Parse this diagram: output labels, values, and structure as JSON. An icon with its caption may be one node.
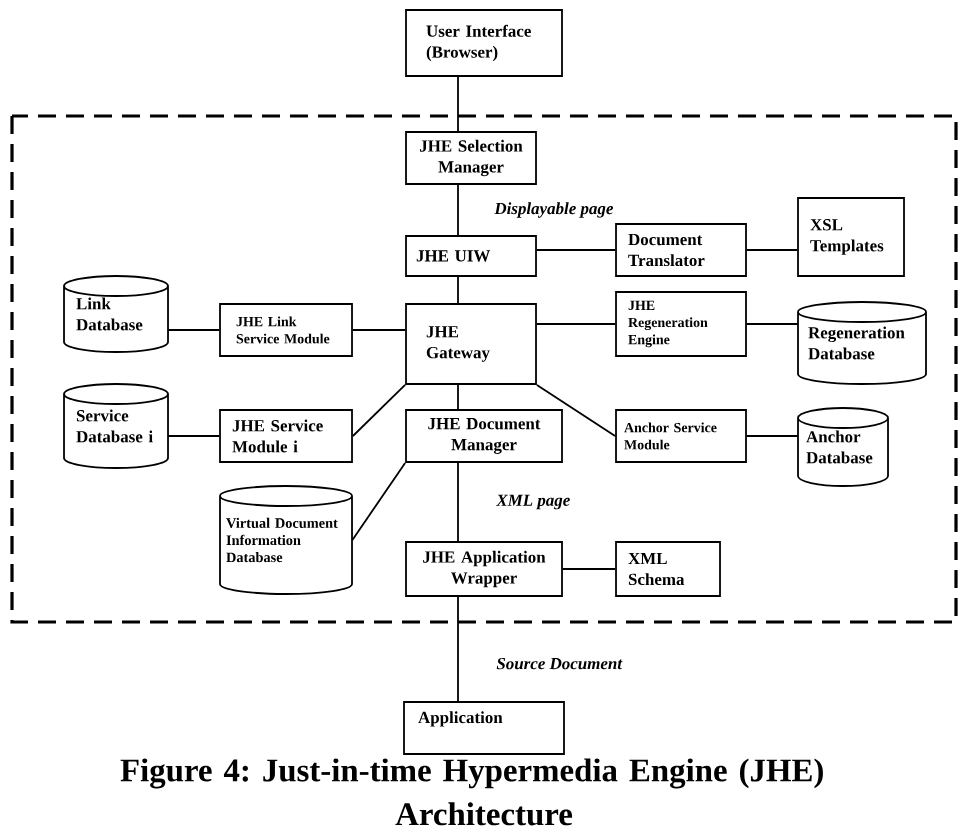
{
  "diagram": {
    "caption": "Figure 4: Just-in-time Hypermedia Engine (JHE) Architecture",
    "nodes": [
      {
        "text": [
          "User Interface (Browser)"
        ]
      },
      {
        "text": [
          "JHE Selection Manager"
        ]
      },
      {
        "text": [
          "JHE UIW"
        ]
      },
      {
        "text": [
          "Document Translator"
        ]
      },
      {
        "text": [
          "XSL Templates"
        ]
      },
      {
        "text": [
          "Link Database"
        ]
      },
      {
        "text": [
          "JHE Link Service Module"
        ]
      },
      {
        "text": [
          "JHE Gateway"
        ]
      },
      {
        "text": [
          "JHE Regeneration Engine"
        ]
      },
      {
        "text": [
          "Regeneration Database"
        ]
      },
      {
        "text": [
          "Service Database i"
        ]
      },
      {
        "text": [
          "JHE Service Module i"
        ]
      },
      {
        "text": [
          "JHE Document Manager"
        ]
      },
      {
        "text": [
          "Anchor Service Module"
        ]
      },
      {
        "text": [
          "Anchor Database"
        ]
      },
      {
        "text": [
          "Virtual Document Information Database"
        ]
      },
      {
        "text": [
          "JHE Application Wrapper"
        ]
      },
      {
        "text": [
          "XML Schema"
        ]
      },
      {
        "text": [
          "Application"
        ]
      }
    ],
    "edges": [
      {
        "from": 0,
        "to": 1,
        "arrow": "none"
      },
      {
        "from": 1,
        "to": 2,
        "arrow": "none",
        "label": "Displayable page"
      },
      {
        "from": 2,
        "to": 3,
        "arrow": "none"
      },
      {
        "from": 3,
        "to": 4,
        "arrow": "none"
      },
      {
        "from": 2,
        "to": 7,
        "arrow": "none"
      },
      {
        "from": 5,
        "to": 6,
        "arrow": "none"
      },
      {
        "from": 6,
        "to": 7,
        "arrow": "none"
      },
      {
        "from": 7,
        "to": 8,
        "arrow": "none"
      },
      {
        "from": 8,
        "to": 9,
        "arrow": "none"
      },
      {
        "from": 7,
        "to": 11,
        "arrow": "none"
      },
      {
        "from": 7,
        "to": 13,
        "arrow": "none"
      },
      {
        "from": 7,
        "to": 12,
        "arrow": "none"
      },
      {
        "from": 10,
        "to": 11,
        "arrow": "none"
      },
      {
        "from": 13,
        "to": 14,
        "arrow": "none"
      },
      {
        "from": 12,
        "to": 15,
        "arrow": "none"
      },
      {
        "from": 12,
        "to": 16,
        "arrow": "none",
        "label": "XML page"
      },
      {
        "from": 16,
        "to": 17,
        "arrow": "none"
      },
      {
        "from": 16,
        "to": 18,
        "arrow": "none",
        "label": "Source Document"
      }
    ]
  }
}
